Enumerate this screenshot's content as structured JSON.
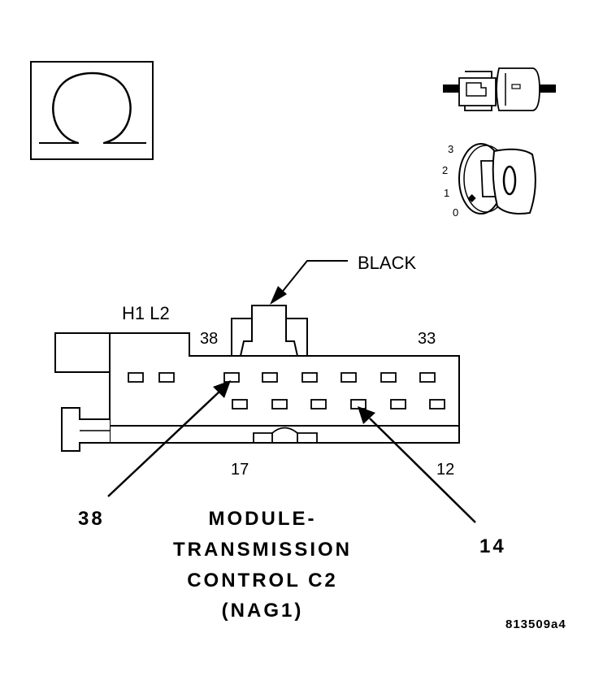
{
  "symbols": {
    "ohm_icon": "ohm-meter-icon",
    "connector_icon": "back-probe-connector-icon",
    "ignition_icon": "ignition-key-icon",
    "ignition_positions": [
      "3",
      "2",
      "1",
      "0"
    ]
  },
  "connector": {
    "color_label": "BLACK",
    "top_label_left": "H1 L2",
    "cavity_top_left": "38",
    "cavity_top_right": "33",
    "cavity_bottom_left": "17",
    "cavity_bottom_right": "12"
  },
  "callouts": {
    "left": "38",
    "right": "14"
  },
  "title": {
    "line1": "MODULE-",
    "line2": "TRANSMISSION",
    "line3": "CONTROL C2",
    "line4": "(NAG1)"
  },
  "figure_ref": "813509a4"
}
